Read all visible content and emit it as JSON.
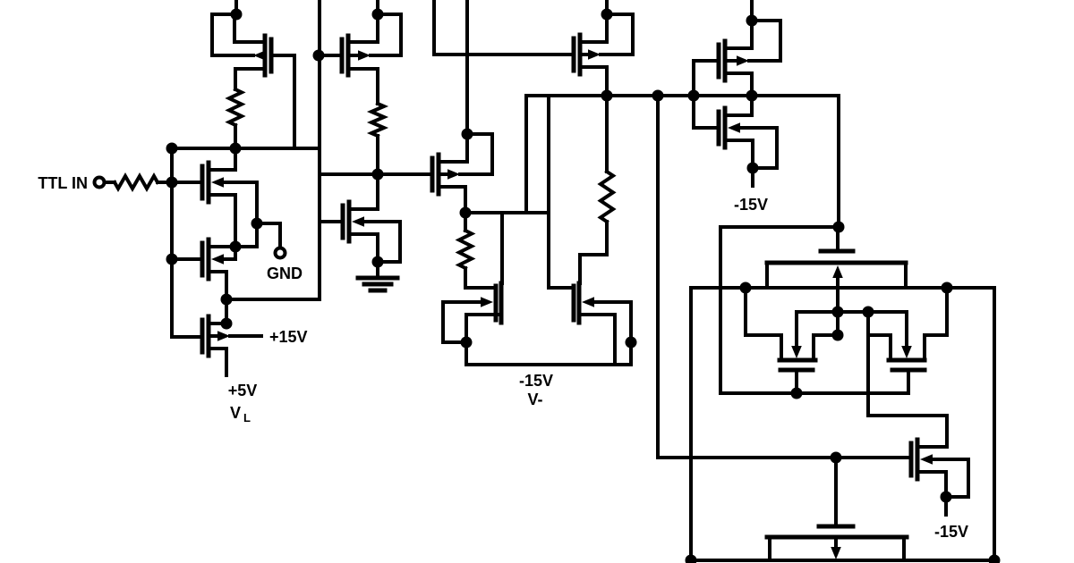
{
  "diagram": {
    "kind": "circuit-schematic",
    "colors": {
      "ink": "#000000",
      "background": "#ffffff"
    },
    "labels": {
      "ttl_in": "TTL IN",
      "gnd": "GND",
      "plus15v": "+15V",
      "plus5v": "+5V",
      "vl_main": "V",
      "vl_sub": "L",
      "minus15v_mid": "-15V",
      "vminus_mid": "V-",
      "minus15v_top_right": "-15V",
      "minus15v_bottom_right": "-15V"
    }
  }
}
